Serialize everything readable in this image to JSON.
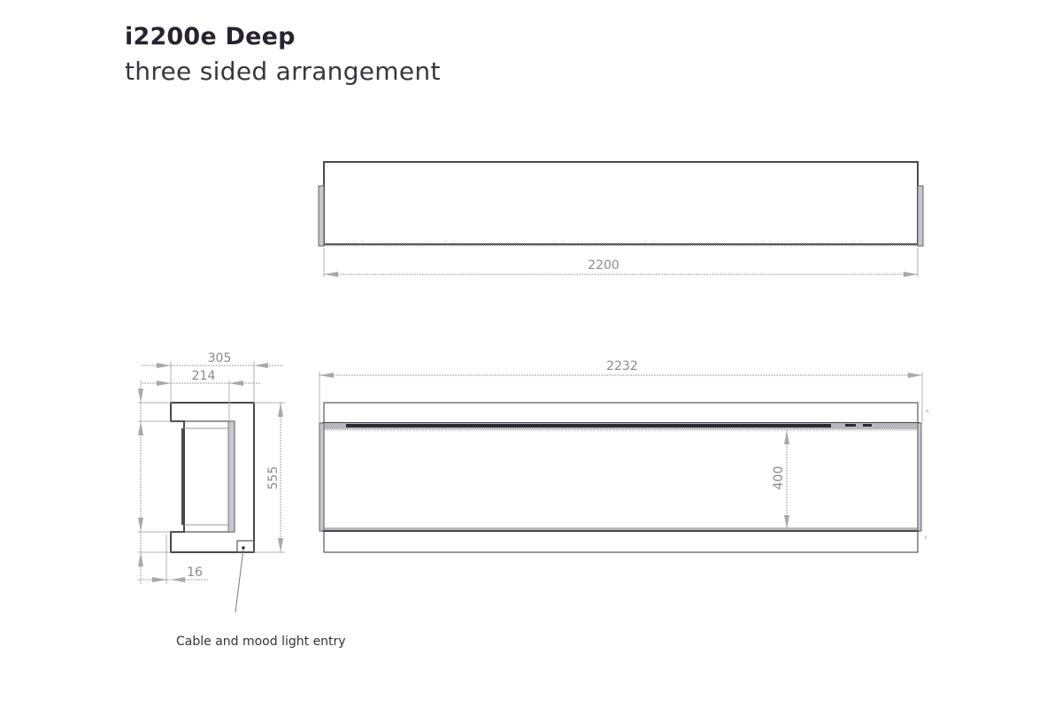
{
  "header": {
    "title": "i2200e Deep",
    "subtitle": "three sided arrangement"
  },
  "top_view": {
    "width_dimension": "2200"
  },
  "side_view": {
    "overall_depth_dimension": "305",
    "inner_depth_dimension": "214",
    "height_dimension": "555",
    "offset_dimension": "16",
    "callout_label": "Cable and mood light entry"
  },
  "front_view": {
    "overall_width_dimension": "2232",
    "opening_height_dimension": "400"
  },
  "colors": {
    "outline": "#4a4650",
    "dimension": "#a0a0a4",
    "dark_strip": "#2e2a34",
    "title": "#2a2230"
  }
}
